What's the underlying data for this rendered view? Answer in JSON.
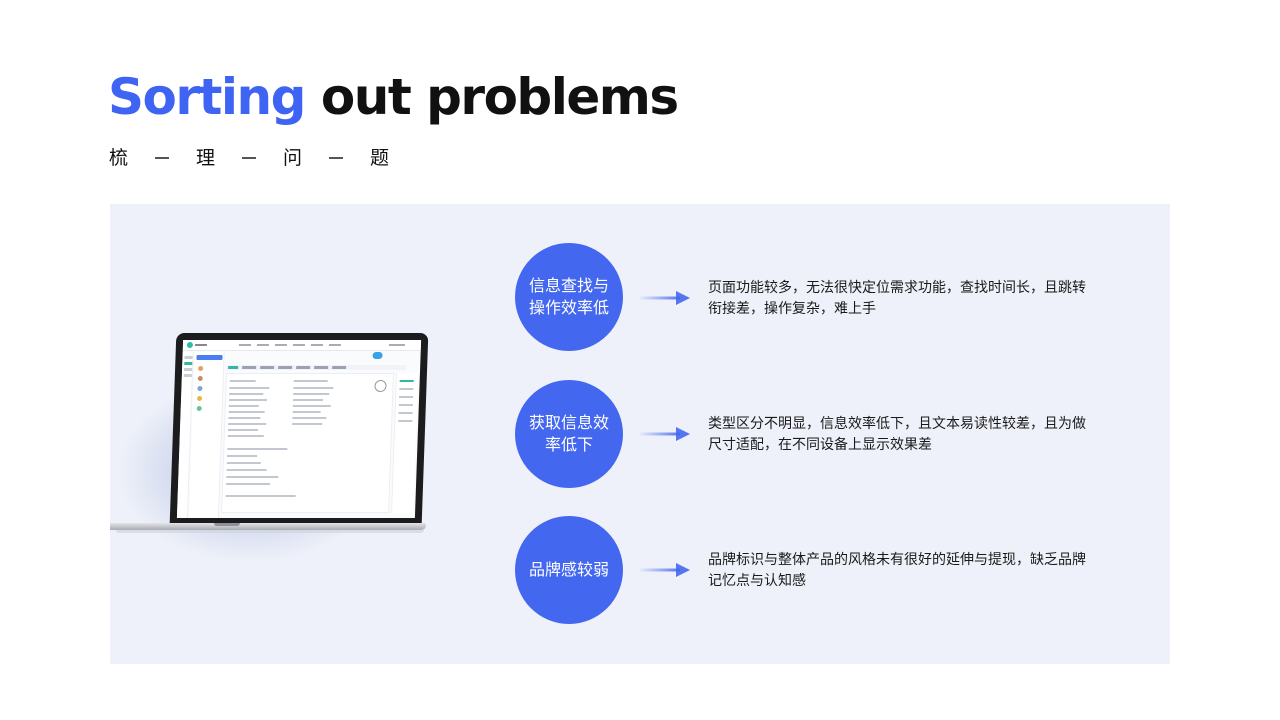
{
  "title": {
    "accent": "Sorting",
    "rest": "out problems"
  },
  "subtitle": {
    "chars": [
      "梳",
      "理",
      "问",
      "题"
    ]
  },
  "problems": [
    {
      "label": "信息查找与操作效率低",
      "description": "页面功能较多，无法很快定位需求功能，查找时间长，且跳转衔接差，操作复杂，难上手"
    },
    {
      "label": "获取信息效率低下",
      "description": "类型区分不明显，信息效率低下，且文本易读性较差，且为做尺寸适配，在不同设备上显示效果差"
    },
    {
      "label": "品牌感较弱",
      "description": "品牌标识与整体产品的风格未有很好的延伸与提现，缺乏品牌记忆点与认知感"
    }
  ],
  "colors": {
    "accent": "#3f63f2",
    "circle": "#4467f0",
    "panel": "#eef1f9"
  },
  "icons": {
    "arrow": "arrow-right-icon",
    "laptop": "laptop-mockup"
  }
}
